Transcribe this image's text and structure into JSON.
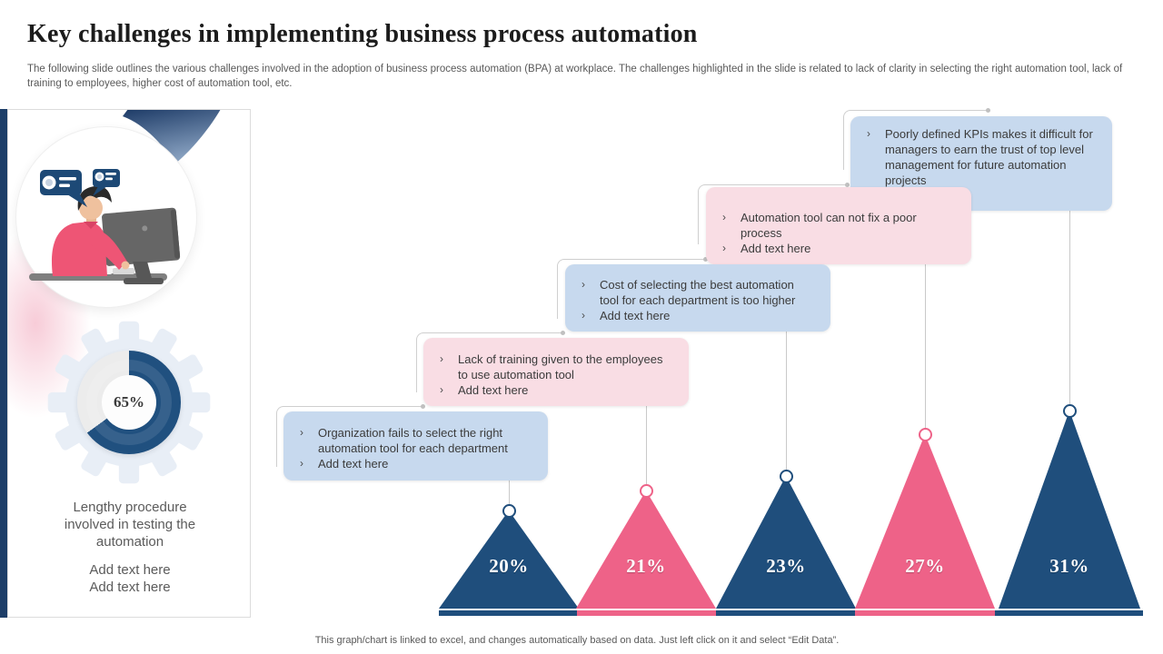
{
  "slide": {
    "title": "Key challenges in implementing business process automation",
    "subtitle": "The following slide outlines the various challenges involved in the adoption of business process automation (BPA) at workplace. The challenges highlighted in the slide is related to lack of clarity in selecting the right automation tool, lack of training to employees, higher cost of automation tool, etc.",
    "footer": "This graph/chart is linked to excel, and changes automatically based on data. Just left click on it and select “Edit Data”."
  },
  "ui": {
    "bullet_char": "›"
  },
  "sidebar": {
    "caption": "Lengthy procedure involved in testing the automation",
    "add_text_1": "Add text here",
    "add_text_2": "Add text here"
  },
  "callouts": [
    {
      "color": "blue",
      "text": "Poorly defined KPIs makes it difficult for managers to earn the trust of top level management for future automation projects",
      "add_text": "Add text here"
    },
    {
      "color": "pink",
      "text": "Automation tool can not fix a poor process",
      "add_text": "Add text here"
    },
    {
      "color": "blue",
      "text": "Cost of selecting the best automation tool for each department is too higher",
      "add_text": "Add text here"
    },
    {
      "color": "pink",
      "text": "Lack of training given to the employees to use automation tool",
      "add_text": "Add text here"
    },
    {
      "color": "blue",
      "text": "Organization fails to select the right automation tool for each department",
      "add_text": "Add text here"
    }
  ],
  "chart_data": [
    {
      "type": "bar",
      "subtype": "pyramid-peaks",
      "title": "Key challenges in implementing business process automation",
      "categories": [
        "Organization fails to select the right automation tool for each department",
        "Lack of training given to the employees to use automation tool",
        "Cost of selecting the best automation tool for each department is too higher",
        "Automation tool can not fix a poor process",
        "Poorly defined KPIs makes it difficult for managers to earn the trust of top level management for future automation projects"
      ],
      "values": [
        20,
        21,
        23,
        27,
        31
      ],
      "labels": [
        "20%",
        "21%",
        "23%",
        "27%",
        "31%"
      ],
      "unit": "%",
      "colors": [
        "#1F4E7C",
        "#EE6288",
        "#1F4E7C",
        "#EE6288",
        "#1F4E7C"
      ],
      "legend": "none",
      "grid": false
    },
    {
      "type": "pie",
      "subtype": "donut-gauge",
      "values": [
        65,
        35
      ],
      "label": "65%",
      "caption": "Lengthy procedure involved in testing the automation",
      "colors": [
        "#20507F",
        "#ECECEC"
      ]
    }
  ]
}
